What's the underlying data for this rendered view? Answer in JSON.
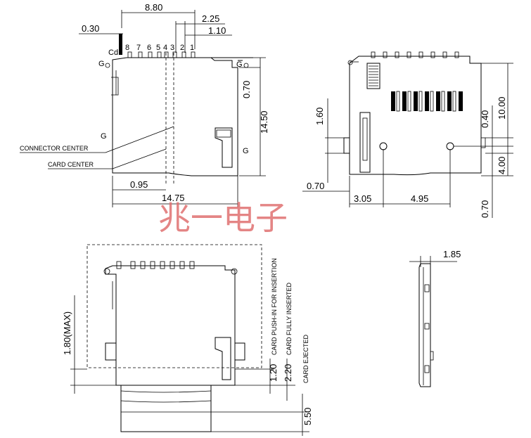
{
  "watermark": "兆一电子",
  "top_left_view": {
    "dim_8_80": "8.80",
    "dim_2_25": "2.25",
    "dim_1_10": "1.10",
    "dim_0_30": "0.30",
    "dim_0_70": "0.70",
    "dim_14_50": "14.50",
    "dim_0_95": "0.95",
    "dim_14_75": "14.75",
    "pin_labels": [
      "Cd",
      "8",
      "7",
      "6",
      "5",
      "4",
      "3",
      "2",
      "1"
    ],
    "ground_labels": [
      "G",
      "G",
      "G",
      "G"
    ],
    "connector_center": "CONNECTOR CENTER",
    "card_center": "CARD CENTER"
  },
  "top_right_view": {
    "dim_1_60": "1.60",
    "dim_0_70_left": "0.70",
    "dim_3_05": "3.05",
    "dim_4_95": "4.95",
    "dim_0_40": "0.40",
    "dim_10_00": "10.00",
    "dim_4_00": "4.00",
    "dim_0_70_right": "0.70"
  },
  "bottom_left_view": {
    "dim_1_80_max": "1.80(MAX)",
    "dim_1_20": "1.20",
    "note_push_in": "CARD PUSH-IN FOR INSERTION",
    "dim_2_20": "2.20",
    "note_fully_inserted": "CARD FULLY INSERTED",
    "note_ejected": "CARD EJECTED",
    "dim_5_50": "5.50"
  },
  "side_view": {
    "dim_1_85": "1.85"
  }
}
